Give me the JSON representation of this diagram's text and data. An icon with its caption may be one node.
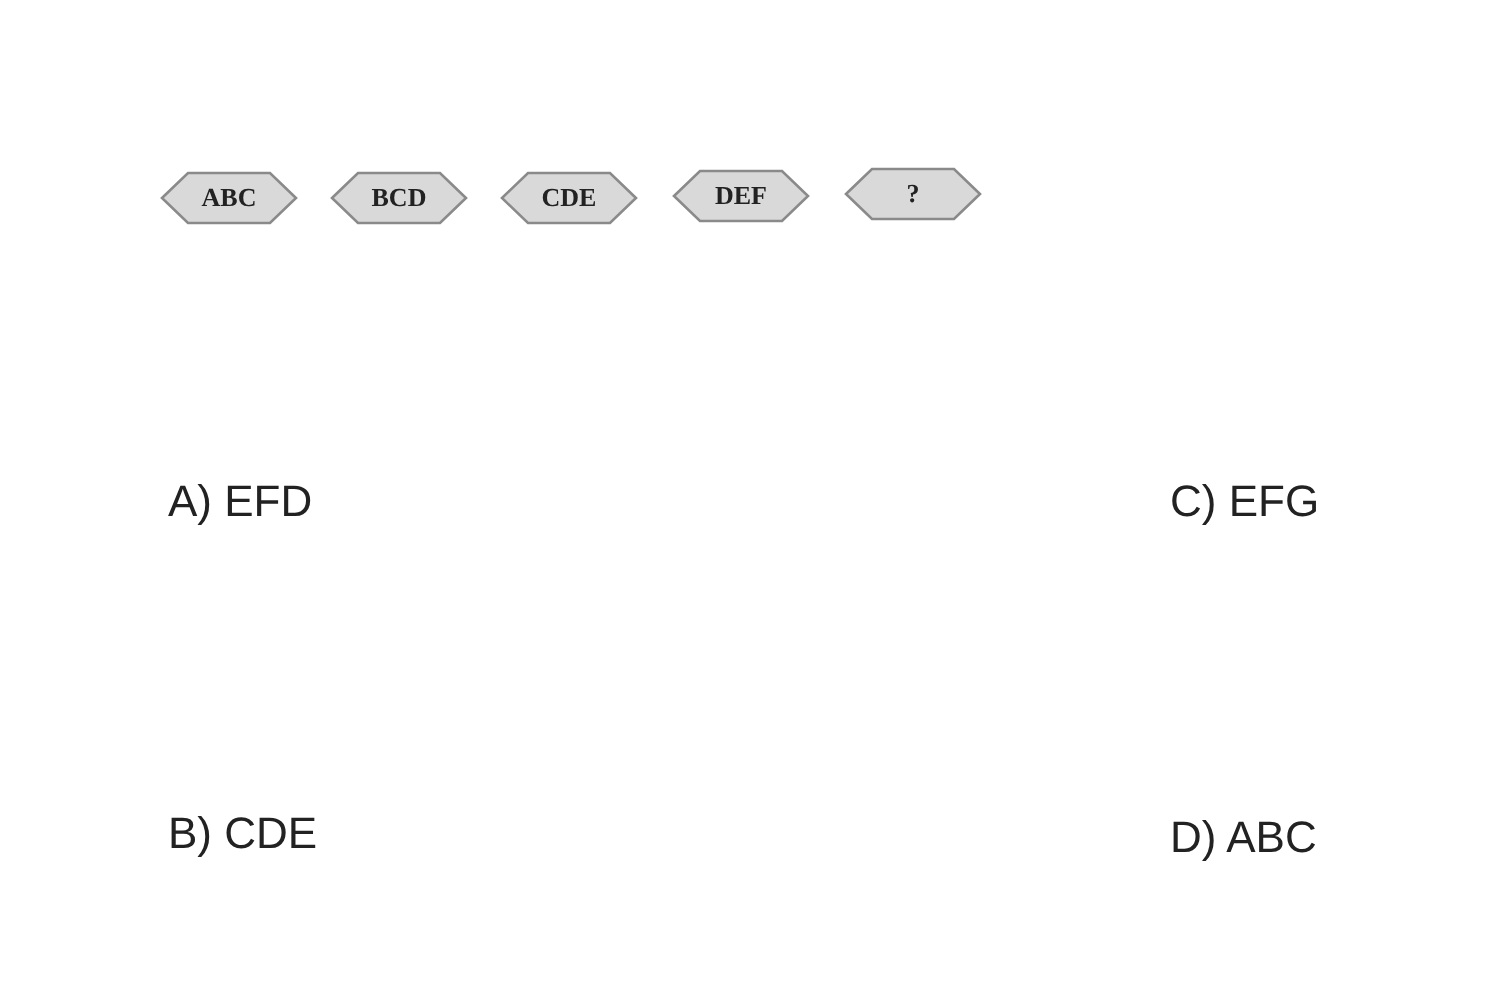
{
  "diagram": {
    "nodes": [
      {
        "text": [
          "ABC"
        ]
      },
      {
        "text": [
          "BCD"
        ]
      },
      {
        "text": [
          "CDE"
        ]
      },
      {
        "text": [
          "DEF"
        ]
      },
      {
        "text": [
          "?"
        ]
      }
    ],
    "labels": [
      "A) EFD",
      "C) EFG",
      "B) CDE",
      "D) ABC"
    ]
  }
}
